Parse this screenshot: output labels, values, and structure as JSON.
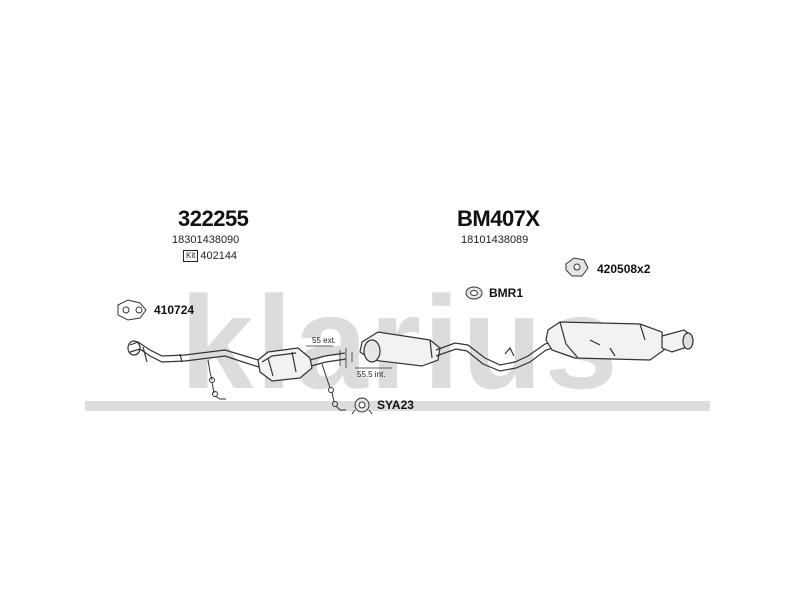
{
  "brand": {
    "watermark": "klarius"
  },
  "parts": {
    "front_section": {
      "code": "322255",
      "oem": "18301438090",
      "kit_badge": "Kit",
      "kit_code": "402144"
    },
    "rear_section": {
      "code": "BM407X",
      "oem": "18101438089"
    },
    "gasket": {
      "code": "410724"
    },
    "mount_rubber": {
      "code": "BMR1"
    },
    "rear_mount": {
      "code": "420508x2"
    },
    "clamp": {
      "code": "SYA23"
    }
  },
  "dimensions": {
    "ext": "55 ext.",
    "int": "55.5 int."
  },
  "colors": {
    "watermark": "#d9d9d9",
    "line": "#333333",
    "text": "#111111"
  }
}
